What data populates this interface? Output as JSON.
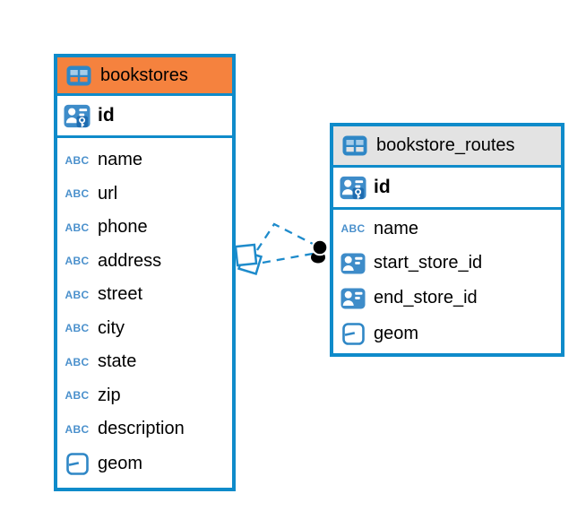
{
  "diagram": {
    "tables": [
      {
        "name": "bookstores",
        "header_bg": "#F5823E",
        "columns": [
          {
            "name": "id",
            "icon": "primary-key-icon"
          },
          {
            "name": "name",
            "icon": "text-type-icon"
          },
          {
            "name": "url",
            "icon": "text-type-icon"
          },
          {
            "name": "phone",
            "icon": "text-type-icon"
          },
          {
            "name": "address",
            "icon": "text-type-icon"
          },
          {
            "name": "street",
            "icon": "text-type-icon"
          },
          {
            "name": "city",
            "icon": "text-type-icon"
          },
          {
            "name": "state",
            "icon": "text-type-icon"
          },
          {
            "name": "zip",
            "icon": "text-type-icon"
          },
          {
            "name": "description",
            "icon": "text-type-icon"
          },
          {
            "name": "geom",
            "icon": "geometry-type-icon"
          }
        ]
      },
      {
        "name": "bookstore_routes",
        "header_bg": "#E3E3E3",
        "columns": [
          {
            "name": "id",
            "icon": "primary-key-icon"
          },
          {
            "name": "name",
            "icon": "text-type-icon"
          },
          {
            "name": "start_store_id",
            "icon": "foreign-key-icon"
          },
          {
            "name": "end_store_id",
            "icon": "foreign-key-icon"
          },
          {
            "name": "geom",
            "icon": "geometry-type-icon"
          }
        ]
      }
    ],
    "relation": {
      "source_table": "bookstores",
      "target_table": "bookstore_routes",
      "line_style": "dashed",
      "line_color": "#1E8BCB",
      "source_anchor": "stacked-squares-icon",
      "target_anchor": "double-dot-icon"
    },
    "icons": {
      "abc_label": "ABC"
    },
    "colors": {
      "table_border": "#0F8BCA",
      "bookstores_header": "#F5823E",
      "routes_header": "#E3E3E3",
      "icon_blue": "#3E8CC9",
      "abc_text_blue": "#4A90CC"
    }
  }
}
